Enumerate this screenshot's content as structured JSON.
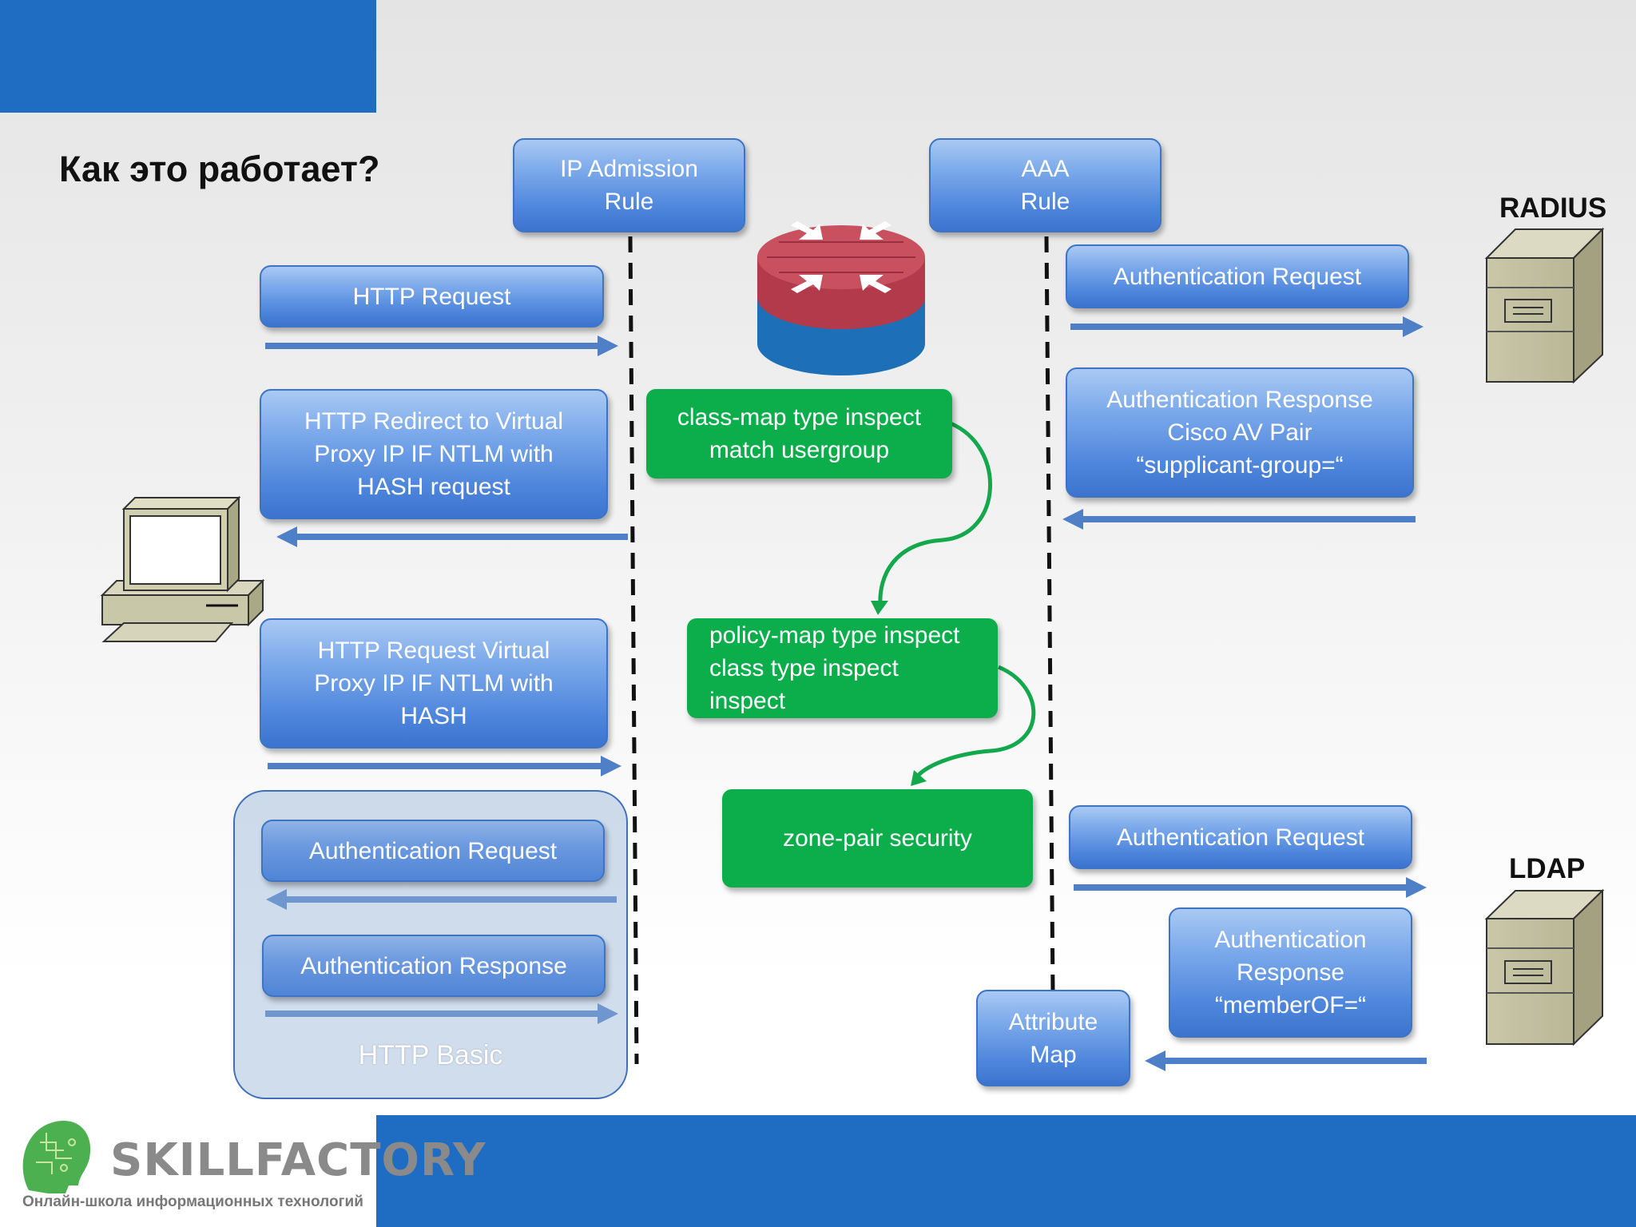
{
  "slide": {
    "title": "Как это работает?"
  },
  "servers": {
    "radius": "RADIUS",
    "ldap": "LDAP"
  },
  "blue_boxes": {
    "ip_admission_rule": "IP Admission\nRule",
    "aaa_rule": "AAA\nRule",
    "http_request": "HTTP Request",
    "http_redirect": "HTTP Redirect to Virtual\nProxy IP IF NTLM with\nHASH request",
    "http_request_virtual": "HTTP Request Virtual\nProxy IP IF NTLM with\nHASH",
    "basic_auth_request": "Authentication Request",
    "basic_auth_response": "Authentication Response",
    "radius_auth_request": "Authentication  Request",
    "radius_auth_response": "Authentication Response\nCisco AV Pair\n“supplicant-group=“",
    "ldap_auth_request": "Authentication  Request",
    "ldap_auth_response": "Authentication\nResponse\n“memberOF=“",
    "attribute_map": "Attribute\nMap"
  },
  "group": {
    "http_basic": "HTTP Basic"
  },
  "green_boxes": {
    "class_map": "class-map type inspect\nmatch usergroup",
    "policy_map": "policy-map type inspect\n class type inspect\n   inspect",
    "zone_pair": "zone-pair security"
  },
  "branding": {
    "name": "SKILLFACTORY",
    "tagline": "Онлайн-школа информационных технологий"
  },
  "icons": [
    "router-icon",
    "computer-icon",
    "radius-server-icon",
    "ldap-server-icon",
    "brain-logo-icon"
  ],
  "colors": {
    "accent_blue": "#1f6dc2",
    "arrow_blue": "#4f7fc6",
    "green": "#0cae4b"
  }
}
